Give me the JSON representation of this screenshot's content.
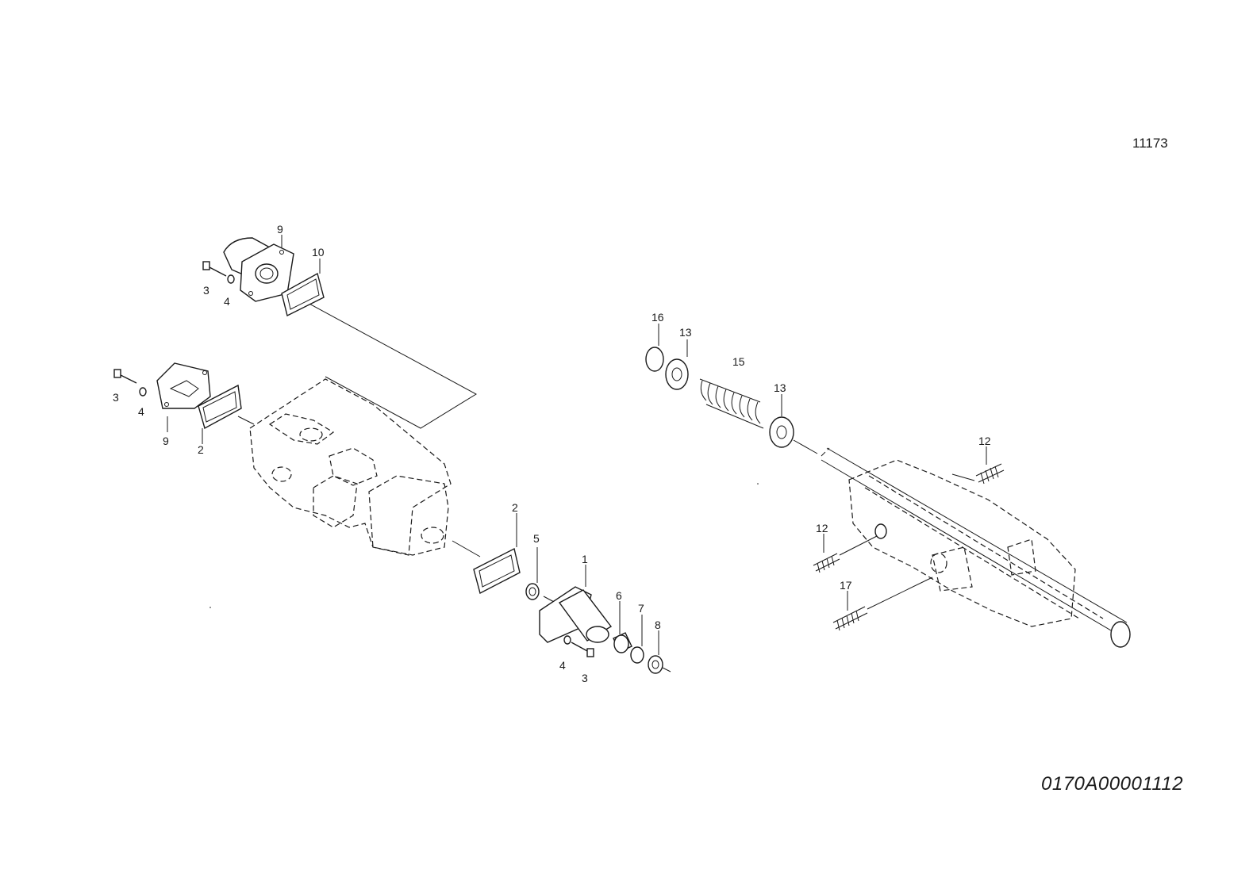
{
  "figure_number": "11173",
  "drawing_code": "0170A00001112",
  "callouts": {
    "c1": "1",
    "c2a": "2",
    "c2b": "2",
    "c3a": "3",
    "c3b": "3",
    "c3c": "3",
    "c4a": "4",
    "c4b": "4",
    "c4c": "4",
    "c5": "5",
    "c6": "6",
    "c7": "7",
    "c8": "8",
    "c9a": "9",
    "c9b": "9",
    "c10": "10",
    "c12a": "12",
    "c12b": "12",
    "c13a": "13",
    "c13b": "13",
    "c15": "15",
    "c16": "16",
    "c17": "17"
  }
}
